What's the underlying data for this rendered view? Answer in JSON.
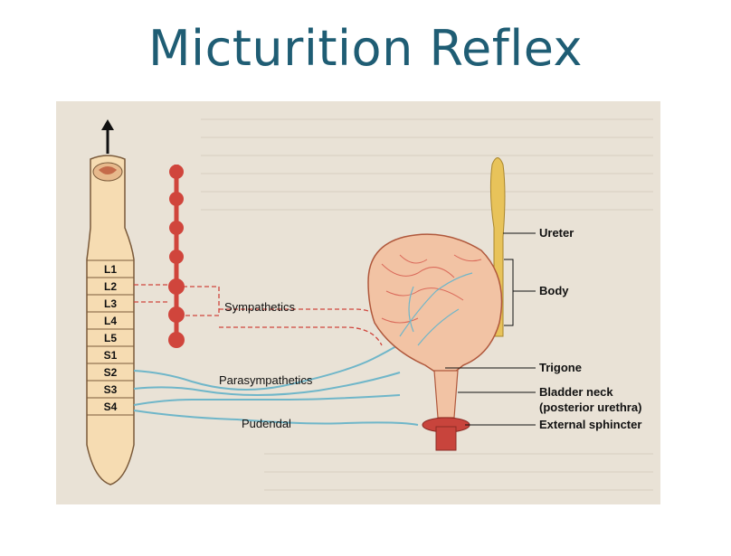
{
  "title": "Micturition Reflex",
  "spinal_levels": [
    "L1",
    "L2",
    "L3",
    "L4",
    "L5",
    "S1",
    "S2",
    "S3",
    "S4"
  ],
  "labels": {
    "sympathetics": "Sympathetics",
    "parasympathetics": "Parasympathetics",
    "pudendal": "Pudendal",
    "ureter": "Ureter",
    "body": "Body",
    "trigone": "Trigone",
    "bladder_neck": "Bladder neck",
    "posterior_urethra": "(posterior urethra)",
    "external_sphincter": "External sphincter"
  },
  "colors": {
    "title": "#1f5d74",
    "cord": "#f6dcb2",
    "ganglion": "#d0453c",
    "bladder": "#f2c3a4",
    "nerve_blue": "#6fb6c9",
    "ureter": "#e8c35a",
    "sphincter": "#c8443c"
  }
}
